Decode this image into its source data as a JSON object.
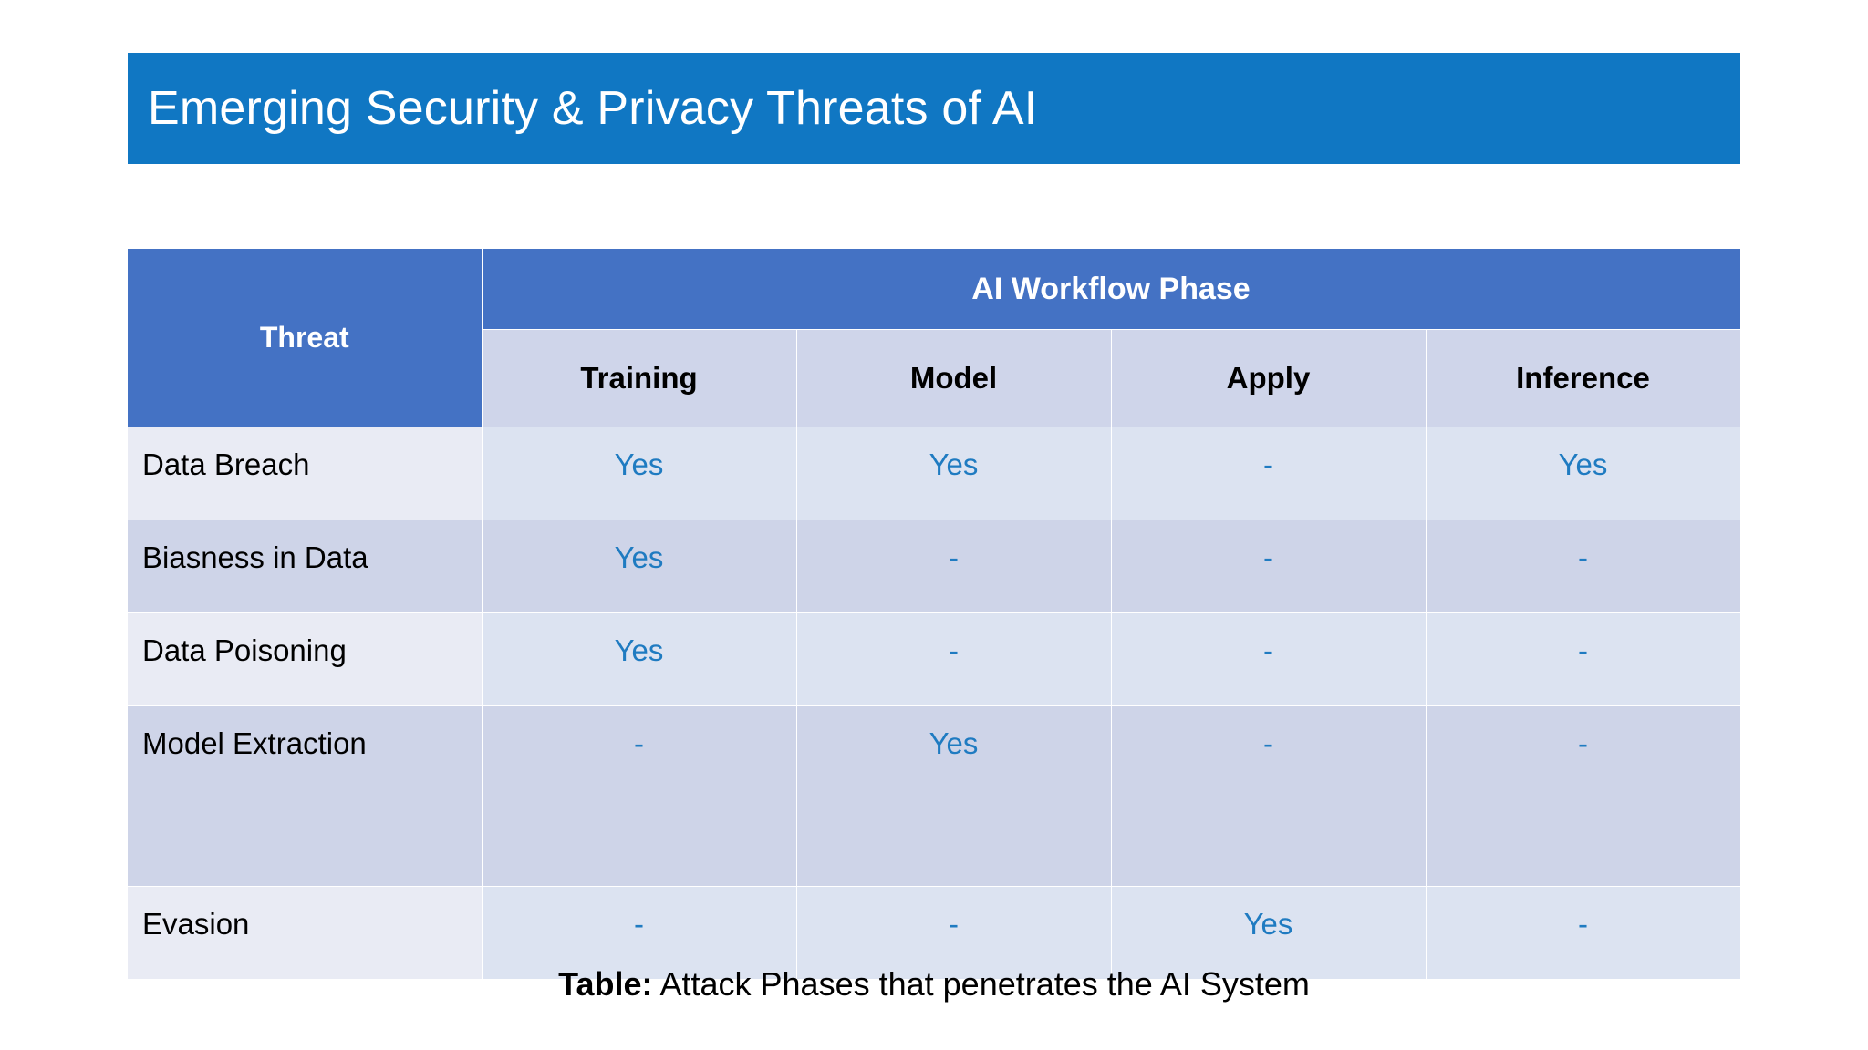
{
  "slide": {
    "title": "Emerging Security & Privacy Threats of AI",
    "caption_label": "Table:",
    "caption_text": " Attack Phases that penetrates the AI System"
  },
  "colors": {
    "title_banner": "#1077C3",
    "header_blue": "#4472C4",
    "subheader_bg": "#CFD5EA",
    "row_odd_first": "#E9EBF4",
    "row_odd_cell": "#DCE3F1",
    "row_even": "#CED4E8",
    "value_accent": "#1F7BC1"
  },
  "table": {
    "corner_header": "Threat",
    "group_header": "AI Workflow Phase",
    "phase_columns": [
      "Training",
      "Model",
      "Apply",
      "Inference"
    ],
    "rows": [
      {
        "threat": "Data Breach",
        "values": [
          "Yes",
          "Yes",
          "-",
          "Yes"
        ]
      },
      {
        "threat": "Biasness in Data",
        "values": [
          "Yes",
          "-",
          "-",
          "-"
        ]
      },
      {
        "threat": "Data Poisoning",
        "values": [
          "Yes",
          "-",
          "-",
          "-"
        ]
      },
      {
        "threat": "Model Extraction",
        "values": [
          "-",
          "Yes",
          "-",
          "-"
        ]
      },
      {
        "threat": "Evasion",
        "values": [
          "-",
          "-",
          "Yes",
          "-"
        ]
      }
    ]
  }
}
